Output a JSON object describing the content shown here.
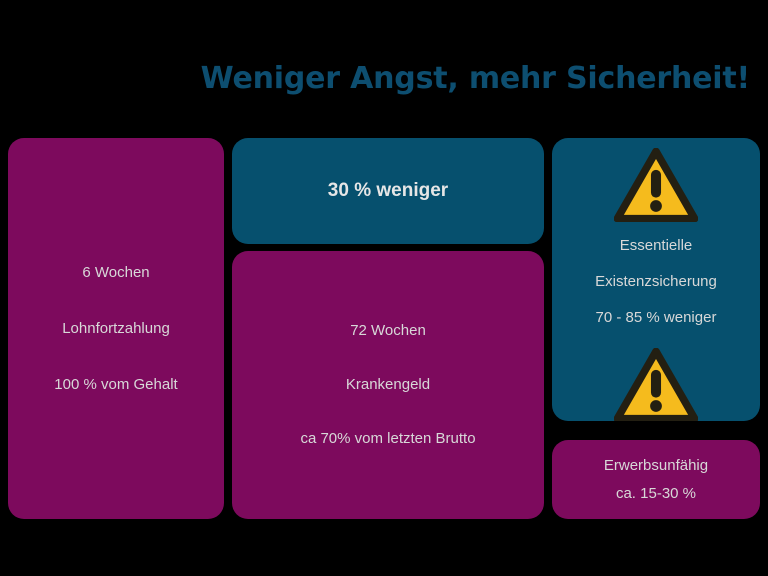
{
  "slide": {
    "background_color": "#000000",
    "title": "Weniger Angst, mehr Sicherheit!",
    "title_color": "#0d4e70",
    "text_color": "#d8d8d8",
    "purple": "#7d0a5d",
    "teal": "#06506e",
    "warning_yellow": "#f5bb1d",
    "warning_outline": "#231f12"
  },
  "columns": {
    "left": {
      "card": {
        "id": "lohnfortzahlung",
        "color": "#7d0a5d",
        "lines": [
          "6 Wochen",
          "Lohnfortzahlung",
          "100 % vom Gehalt"
        ]
      }
    },
    "middle": {
      "top_card": {
        "id": "30-weniger",
        "color": "#06506e",
        "lines": [
          "30 % weniger"
        ]
      },
      "bottom_card": {
        "id": "krankengeld",
        "color": "#7d0a5d",
        "lines": [
          "72 Wochen",
          "Krankengeld",
          "ca 70% vom letzten Brutto"
        ]
      }
    },
    "right": {
      "top_card": {
        "id": "existenzsicherung",
        "color": "#06506e",
        "icons": [
          "warning-triangle-icon",
          "warning-triangle-icon"
        ],
        "lines": [
          "Essentielle",
          "Existenzsicherung",
          "70 - 85 % weniger"
        ]
      },
      "bottom_card": {
        "id": "erwerbsunfaehig",
        "color": "#7d0a5d",
        "lines": [
          "Erwerbsunfähig",
          "ca. 15-30 %"
        ]
      }
    }
  }
}
